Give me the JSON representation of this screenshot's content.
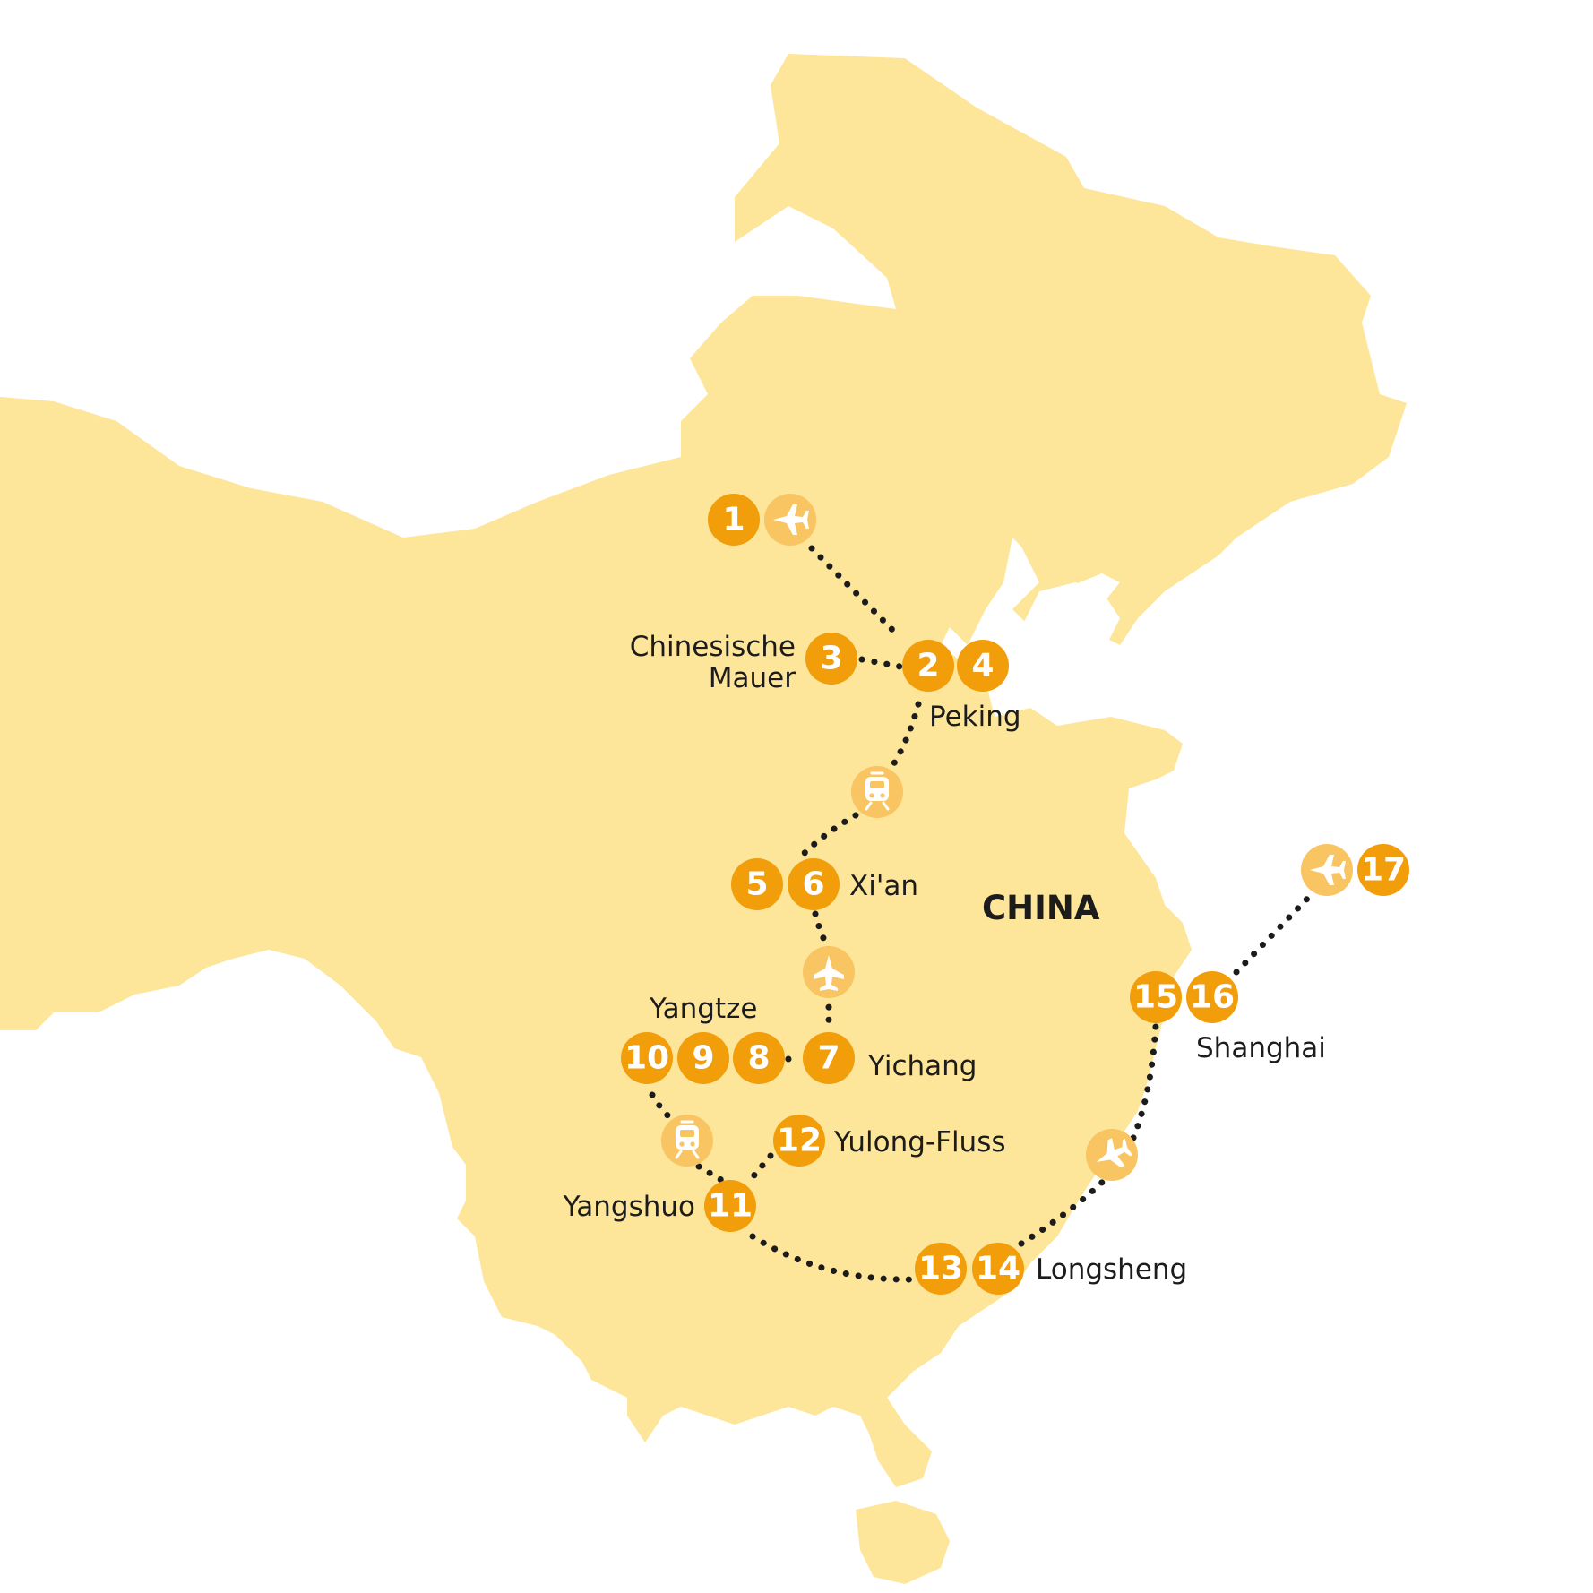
{
  "colors": {
    "land": "#fde59a",
    "sea": "#ffffff",
    "stop": "#f29d0a",
    "transport": "#f9c462",
    "route": "#1c1c1c",
    "label": "#1c1c1c"
  },
  "country": "CHINA",
  "stops": [
    {
      "number": "1"
    },
    {
      "number": "2"
    },
    {
      "number": "3"
    },
    {
      "number": "4"
    },
    {
      "number": "5"
    },
    {
      "number": "6"
    },
    {
      "number": "7"
    },
    {
      "number": "8"
    },
    {
      "number": "9"
    },
    {
      "number": "10"
    },
    {
      "number": "11"
    },
    {
      "number": "12"
    },
    {
      "number": "13"
    },
    {
      "number": "14"
    },
    {
      "number": "15"
    },
    {
      "number": "16"
    },
    {
      "number": "17"
    }
  ],
  "places": [
    {
      "name": "Chinesische"
    },
    {
      "name": "Mauer"
    },
    {
      "name": "Peking"
    },
    {
      "name": "Xi'an"
    },
    {
      "name": "Yangtze"
    },
    {
      "name": "Yichang"
    },
    {
      "name": "Yulong-Fluss"
    },
    {
      "name": "Yangshuo"
    },
    {
      "name": "Longsheng"
    },
    {
      "name": "Shanghai"
    }
  ],
  "transport_icons": [
    "plane-icon",
    "train-icon",
    "plane-icon",
    "train-icon",
    "plane-icon",
    "plane-icon"
  ]
}
